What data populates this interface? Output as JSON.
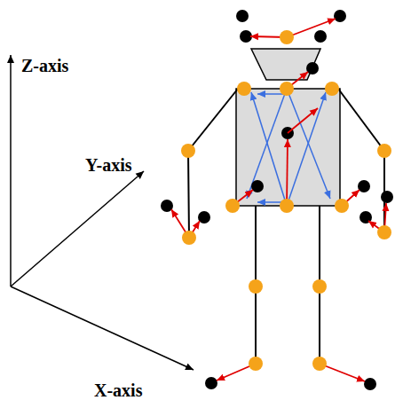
{
  "diagram": {
    "labels": [
      "Z-axis",
      "Y-axis",
      "X-axis"
    ]
  }
}
